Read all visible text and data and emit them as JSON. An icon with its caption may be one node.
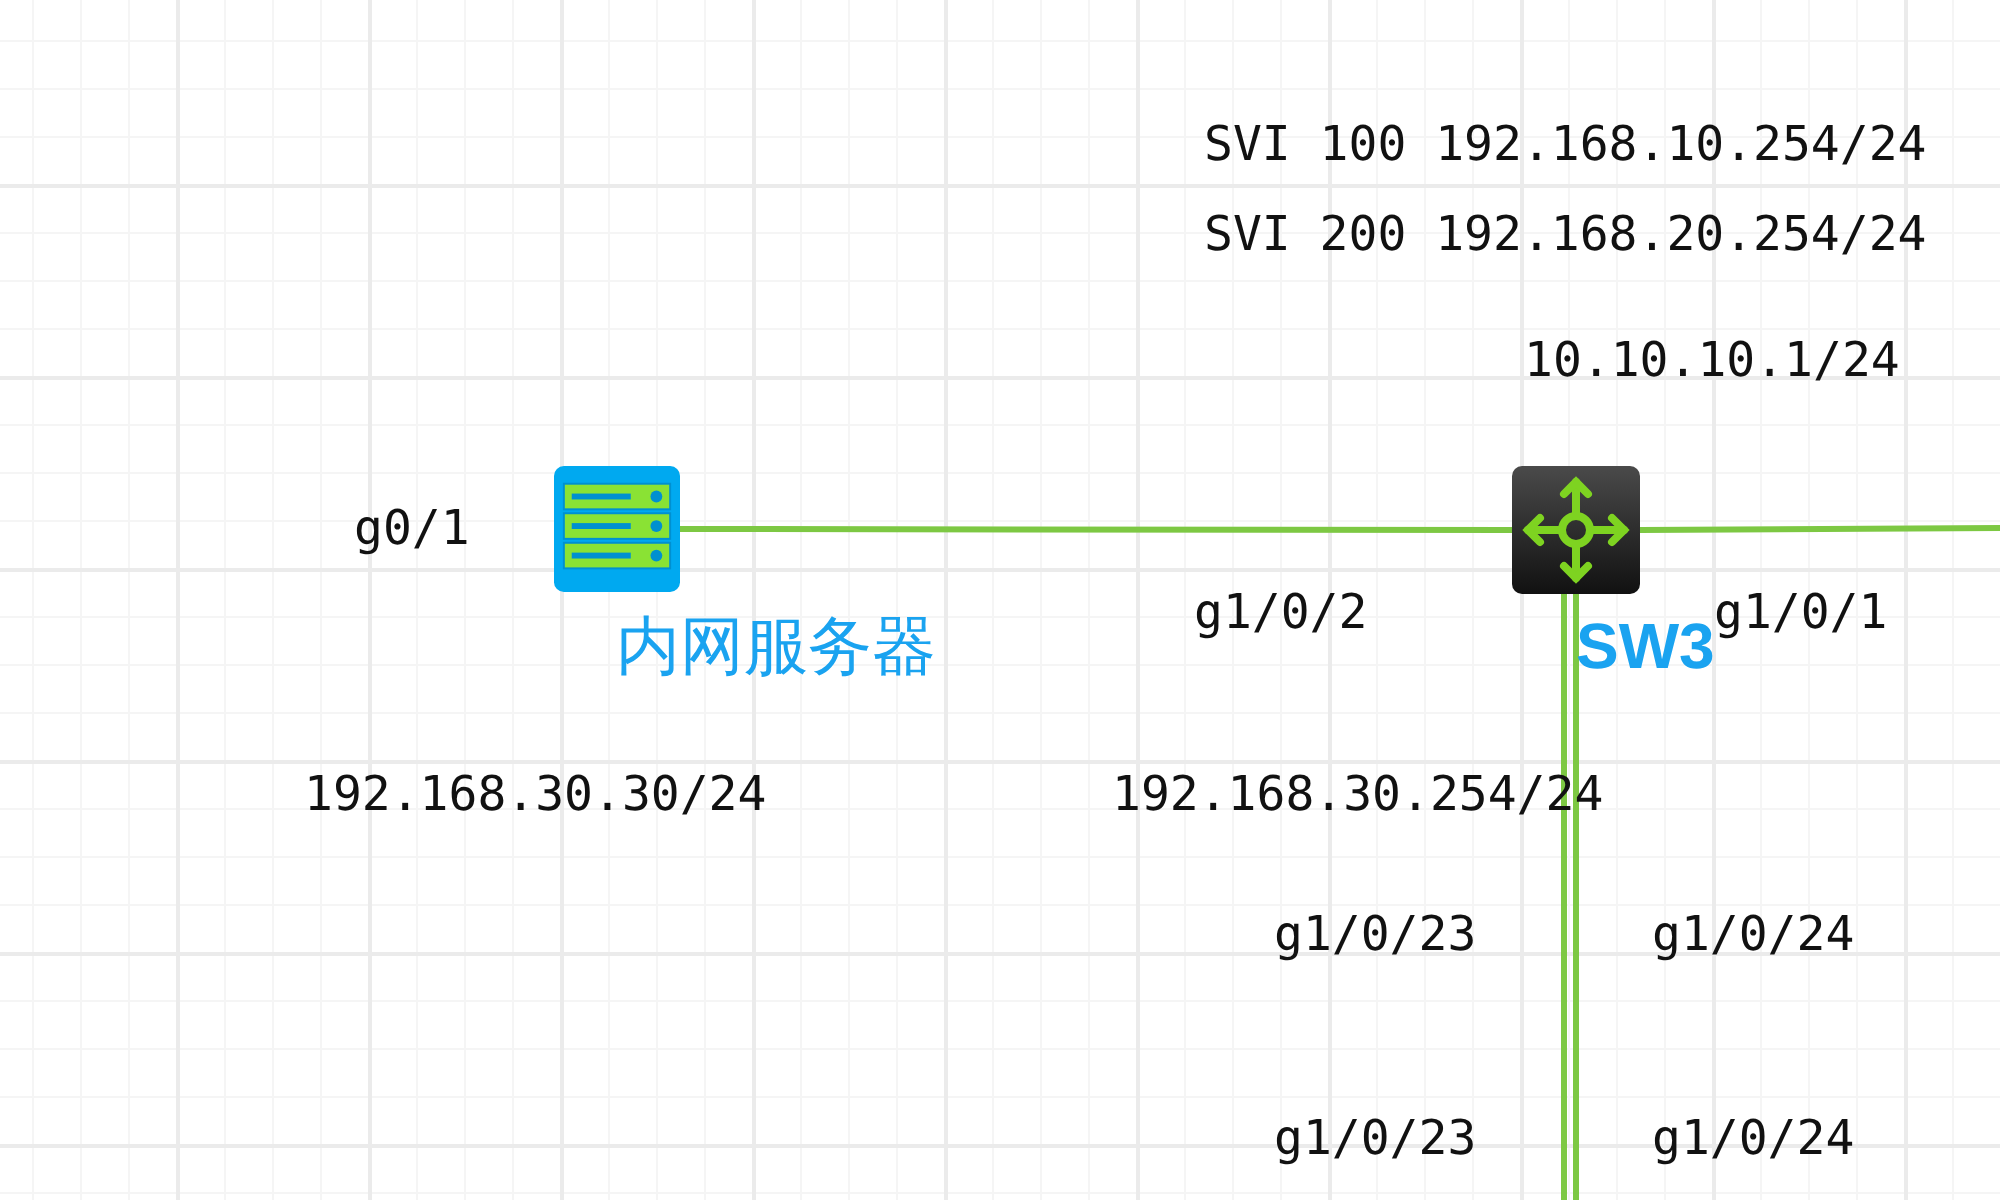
{
  "diagram": {
    "nodes": [
      {
        "text": [
          "内网服务器"
        ]
      },
      {
        "text": [
          "SW3"
        ]
      }
    ],
    "edges": [
      {
        "from": 0,
        "to": 1,
        "arrow": "none"
      },
      {
        "from": 1,
        "to": null,
        "arrow": "none"
      },
      {
        "from": 1,
        "to": null,
        "arrow": "none"
      },
      {
        "from": 1,
        "to": null,
        "arrow": "none"
      }
    ],
    "labels": [
      "SVI 100 192.168.10.254/24",
      "SVI 200 192.168.20.254/24",
      "10.10.10.1/24",
      "g0/1",
      "g1/0/2",
      "g1/0/1",
      "192.168.30.30/24",
      "192.168.30.254/24",
      "g1/0/23",
      "g1/0/24",
      "g1/0/23",
      "g1/0/24"
    ]
  }
}
